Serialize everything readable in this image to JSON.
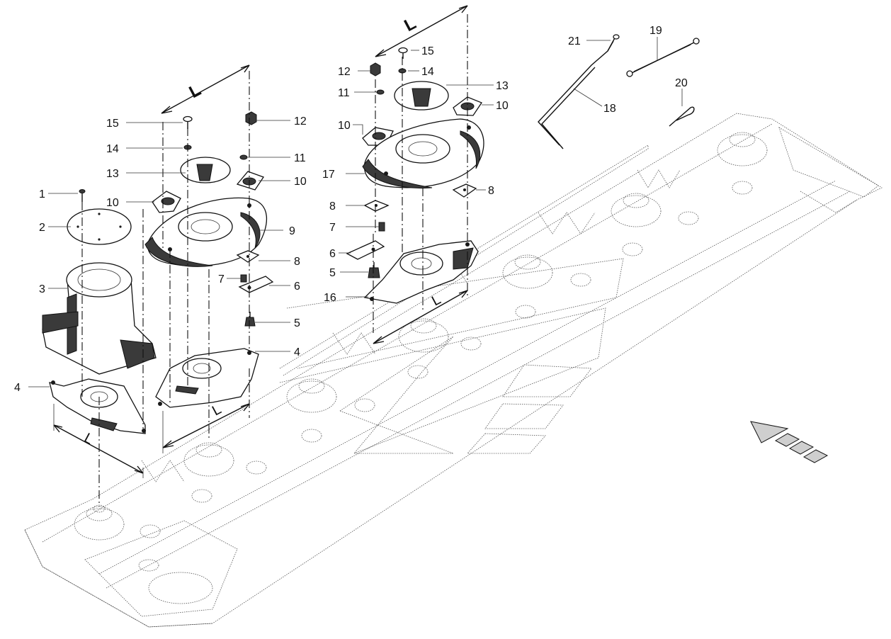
{
  "callouts": {
    "c1": "1",
    "c2": "2",
    "c3": "3",
    "c4a": "4",
    "c4b": "4",
    "c5a": "5",
    "c5b": "5",
    "c6a": "6",
    "c6b": "6",
    "c7a": "7",
    "c7b": "7",
    "c8a": "8",
    "c8b": "8",
    "c8c": "8",
    "c9": "9",
    "c10a": "10",
    "c10b": "10",
    "c10c": "10",
    "c10d": "10",
    "c11a": "11",
    "c11b": "11",
    "c12a": "12",
    "c12b": "12",
    "c13a": "13",
    "c13b": "13",
    "c14a": "14",
    "c14b": "14",
    "c15a": "15",
    "c15b": "15",
    "c16": "16",
    "c17": "17",
    "c18": "18",
    "c19": "19",
    "c20": "20",
    "c21": "21"
  },
  "dimensions": {
    "d1": "L",
    "d2": "L",
    "d3": "L",
    "d4": "L",
    "d5": "L"
  }
}
